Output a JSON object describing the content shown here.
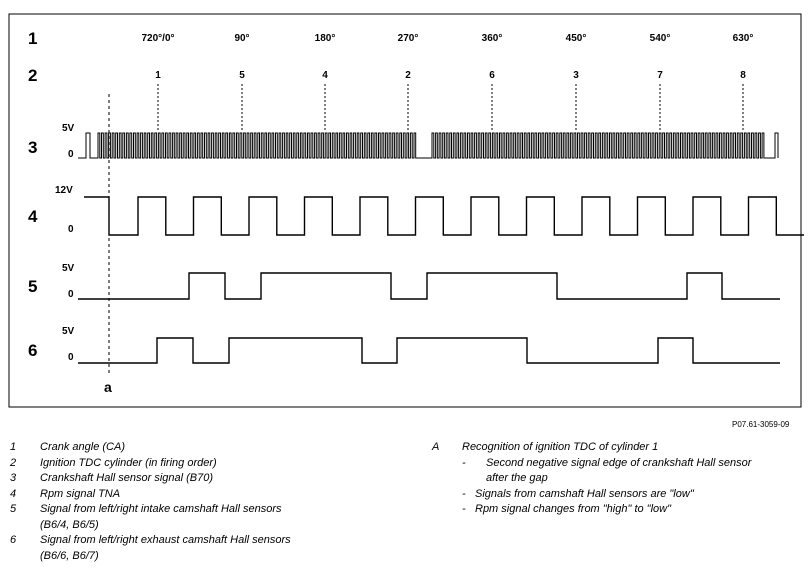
{
  "rows": [
    {
      "num": "1"
    },
    {
      "num": "2"
    },
    {
      "num": "3",
      "high": "5V",
      "low": "0"
    },
    {
      "num": "4",
      "high": "12V",
      "low": "0"
    },
    {
      "num": "5",
      "high": "5V",
      "low": "0"
    },
    {
      "num": "6",
      "high": "5V",
      "low": "0"
    }
  ],
  "crank_angles": [
    "720°/0°",
    "90°",
    "180°",
    "270°",
    "360°",
    "450°",
    "540°",
    "630°"
  ],
  "firing_order": [
    "1",
    "5",
    "4",
    "2",
    "6",
    "3",
    "7",
    "8"
  ],
  "marker": "a",
  "reference": "P07.61-3059-09",
  "legend": [
    {
      "num": "1",
      "text": "Crank angle (CA)"
    },
    {
      "num": "2",
      "text": "Ignition TDC cylinder (in firing order)"
    },
    {
      "num": "3",
      "text": "Crankshaft Hall sensor signal (B70)"
    },
    {
      "num": "4",
      "text": "Rpm signal TNA"
    },
    {
      "num": "5",
      "text": "Signal from left/right intake camshaft Hall sensors",
      "text2": "(B6/4, B6/5)"
    },
    {
      "num": "6",
      "text": "Signal from left/right exhaust camshaft Hall sensors",
      "text2": "(B6/6, B6/7)"
    }
  ],
  "legend_a": {
    "letter": "A",
    "title": "Recognition of ignition TDC of cylinder 1",
    "items": [
      {
        "dash": "-",
        "text": "Second negative signal edge of crankshaft Hall sensor",
        "text2": "after the gap"
      },
      {
        "dash": "-",
        "text": "Signals from camshaft Hall sensors are \"low\""
      },
      {
        "dash": "-",
        "text": "Rpm signal changes from \"high\" to \"low\""
      }
    ]
  }
}
